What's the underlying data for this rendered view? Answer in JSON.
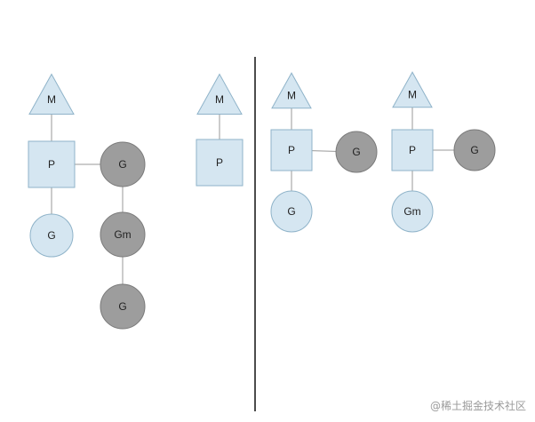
{
  "colors": {
    "light_fill": "#d5e6f1",
    "light_stroke": "#8fb3c9",
    "dark_fill": "#9d9d9d",
    "dark_stroke": "#7a7a7a",
    "edge": "#999999",
    "divider": "#111111"
  },
  "panels": [
    {
      "nodes": [
        {
          "id": "m1",
          "shape": "triangle",
          "label": "M",
          "tone": "light"
        },
        {
          "id": "p1",
          "shape": "square",
          "label": "P",
          "tone": "light"
        },
        {
          "id": "g1",
          "shape": "circle",
          "label": "G",
          "tone": "light"
        },
        {
          "id": "g2",
          "shape": "circle",
          "label": "G",
          "tone": "dark"
        },
        {
          "id": "gm1",
          "shape": "circle",
          "label": "Gm",
          "tone": "dark"
        },
        {
          "id": "g3",
          "shape": "circle",
          "label": "G",
          "tone": "dark"
        },
        {
          "id": "m2",
          "shape": "triangle",
          "label": "M",
          "tone": "light"
        },
        {
          "id": "p2",
          "shape": "square",
          "label": "P",
          "tone": "light"
        }
      ],
      "edges": [
        [
          "m1",
          "p1"
        ],
        [
          "p1",
          "g1"
        ],
        [
          "p1",
          "g2"
        ],
        [
          "g2",
          "gm1"
        ],
        [
          "gm1",
          "g3"
        ],
        [
          "m2",
          "p2"
        ]
      ]
    },
    {
      "nodes": [
        {
          "id": "m3",
          "shape": "triangle",
          "label": "M",
          "tone": "light"
        },
        {
          "id": "p3",
          "shape": "square",
          "label": "P",
          "tone": "light"
        },
        {
          "id": "g4",
          "shape": "circle",
          "label": "G",
          "tone": "dark"
        },
        {
          "id": "g5",
          "shape": "circle",
          "label": "G",
          "tone": "light"
        },
        {
          "id": "m4",
          "shape": "triangle",
          "label": "M",
          "tone": "light"
        },
        {
          "id": "p4",
          "shape": "square",
          "label": "P",
          "tone": "light"
        },
        {
          "id": "g6",
          "shape": "circle",
          "label": "G",
          "tone": "dark"
        },
        {
          "id": "gm2",
          "shape": "circle",
          "label": "Gm",
          "tone": "light"
        }
      ],
      "edges": [
        [
          "m3",
          "p3"
        ],
        [
          "p3",
          "g4"
        ],
        [
          "p3",
          "g5"
        ],
        [
          "m4",
          "p4"
        ],
        [
          "p4",
          "g6"
        ],
        [
          "p4",
          "gm2"
        ]
      ]
    }
  ],
  "watermark": "@稀土掘金技术社区"
}
